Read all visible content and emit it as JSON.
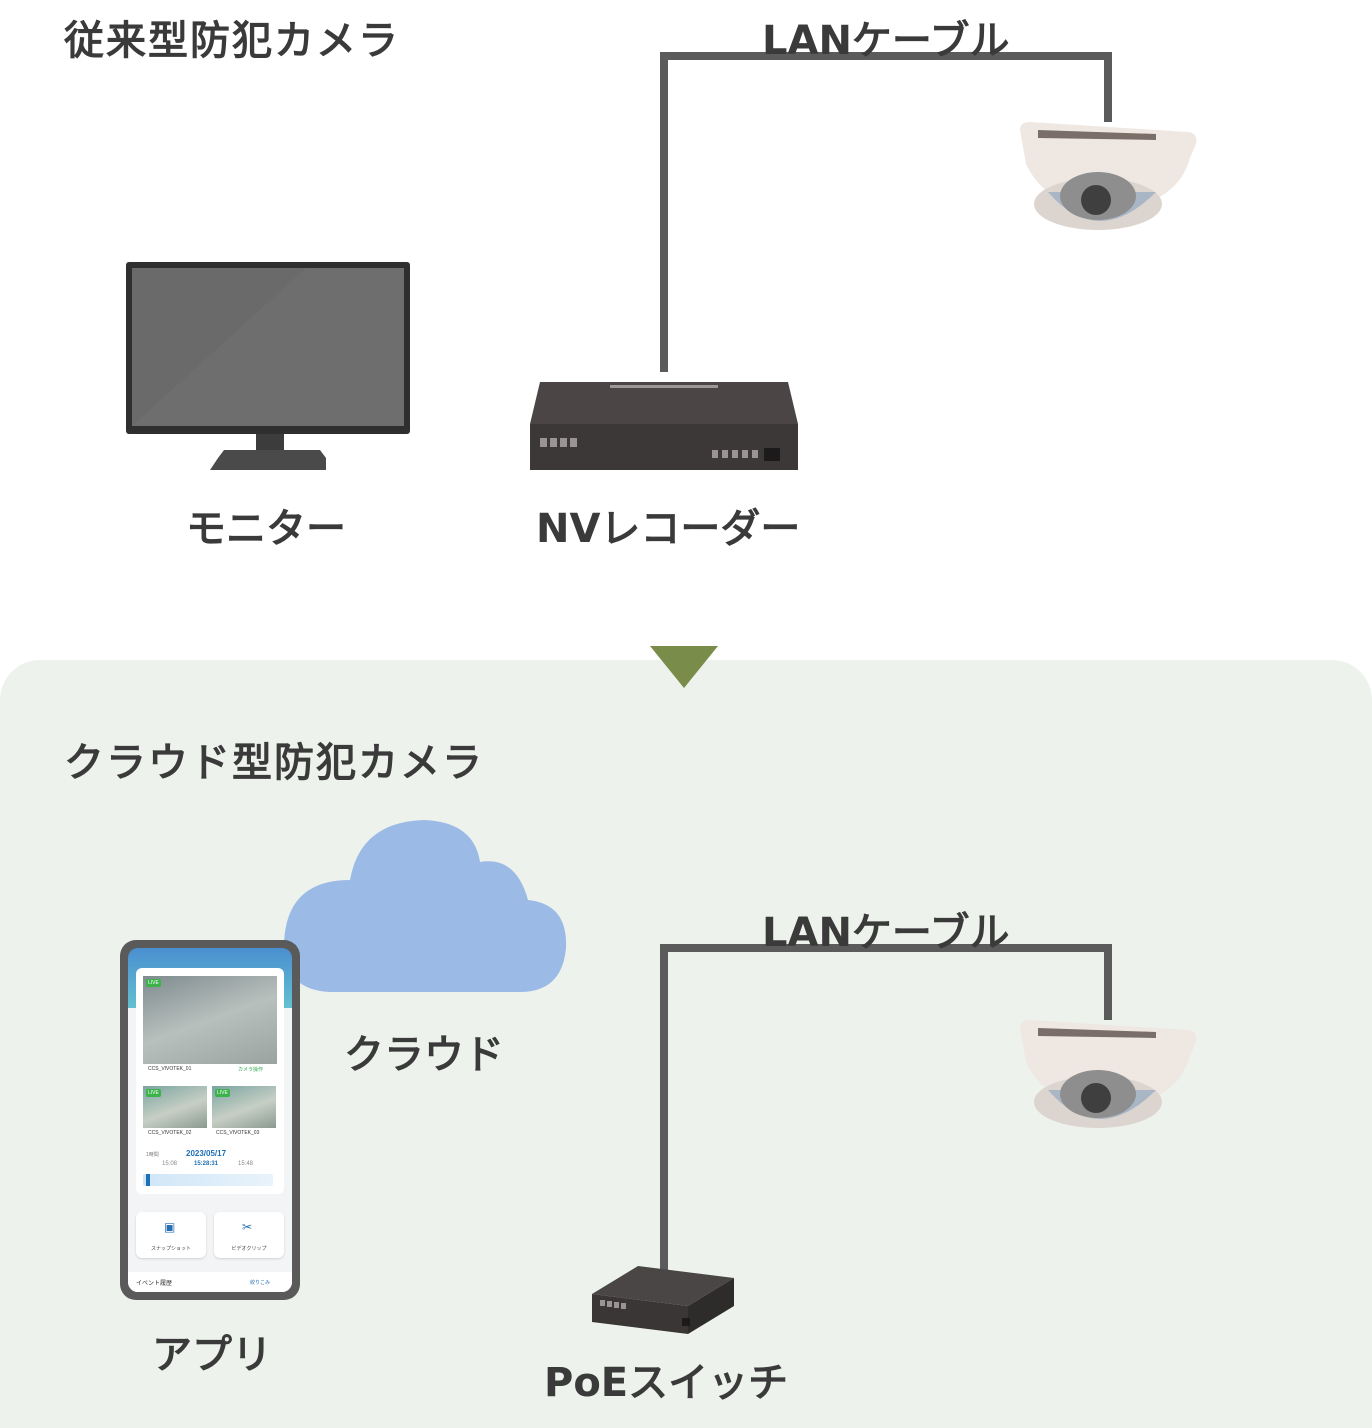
{
  "traditional": {
    "title": "従来型防犯カメラ",
    "lan_label": "LANケーブル",
    "monitor_label": "モニター",
    "recorder_label": "NVレコーダー"
  },
  "cloud_section": {
    "title": "クラウド型防犯カメラ",
    "lan_label": "LANケーブル",
    "cloud_label": "クラウド",
    "app_label": "アプリ",
    "switch_label": "PoEスイッチ",
    "arrow_color": "#7a8c4a",
    "cloud_color": "#9bbbe6",
    "panel_color": "#edf2ec"
  },
  "app_screen": {
    "live_badge": "LIVE",
    "camera_1": "CCS_VIVOTEK_01",
    "camera_op": "カメラ操作",
    "camera_2": "CCS_VIVOTEK_02",
    "camera_3": "CCS_VIVOTEK_03",
    "range": "1時間",
    "date": "2023/05/17",
    "time_left": "15:08",
    "time_current": "15:28:31",
    "time_right": "15:48",
    "snapshot_label": "スナップショット",
    "videoclip_label": "ビデオクリップ",
    "event_history": "イベント履歴",
    "filter_label": "絞りこみ"
  }
}
